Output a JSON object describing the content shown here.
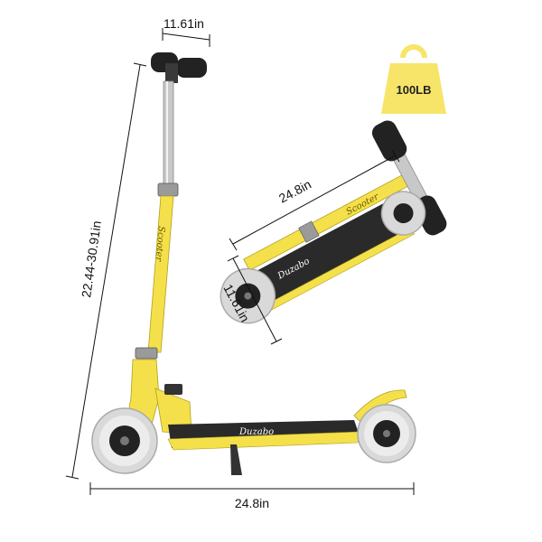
{
  "dimensions": {
    "handlebar_width": "11.61in",
    "height_range": "22.44-30.91in",
    "length_bottom": "24.8in",
    "folded_length": "24.8in",
    "folded_width": "11.61in"
  },
  "weight_badge": {
    "label": "100LB"
  },
  "deck_brand": "Duzabo",
  "stem_text": "Scooter",
  "colors": {
    "scooter_yellow": "#f4e04a",
    "badge_yellow": "#f7e56a",
    "deck_black": "#2a2a2a",
    "grip_black": "#222222",
    "wheel_clear": "#d9d9d9"
  }
}
